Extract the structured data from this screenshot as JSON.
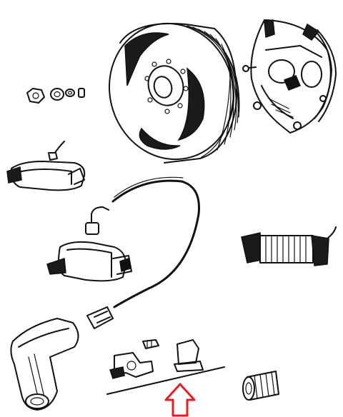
{
  "diagram": {
    "parts": [
      {
        "id": "flywheel-rotor",
        "label": ""
      },
      {
        "id": "stator-plate",
        "label": ""
      },
      {
        "id": "nut-washer-set",
        "label": ""
      },
      {
        "id": "pickup-coil",
        "label": ""
      },
      {
        "id": "ignition-coil",
        "label": ""
      },
      {
        "id": "hv-lead",
        "label": ""
      },
      {
        "id": "spark-plug-cap",
        "label": ""
      },
      {
        "id": "lighting-coil",
        "label": ""
      },
      {
        "id": "contact-breaker-set",
        "label": ""
      },
      {
        "id": "spacer-sleeve",
        "label": ""
      }
    ],
    "highlight": {
      "target": "contact-breaker-set",
      "color": "#e02020"
    },
    "ink_color": "#111111",
    "background": "#ffffff"
  }
}
